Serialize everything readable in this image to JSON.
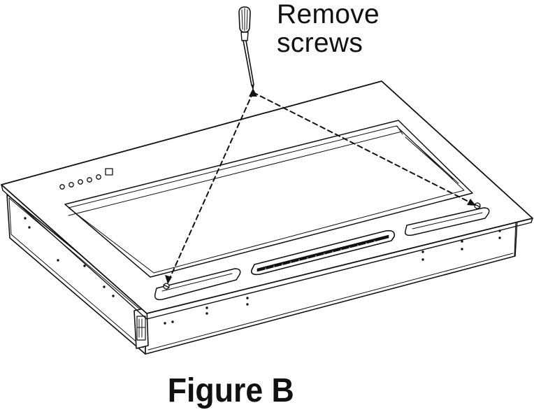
{
  "callout": {
    "line1": "Remove",
    "line2": "screws"
  },
  "caption": "Figure B",
  "icons": [
    "screwdriver-icon",
    "screw-icon"
  ],
  "colors": {
    "ink": "#111111",
    "background": "#ffffff"
  }
}
